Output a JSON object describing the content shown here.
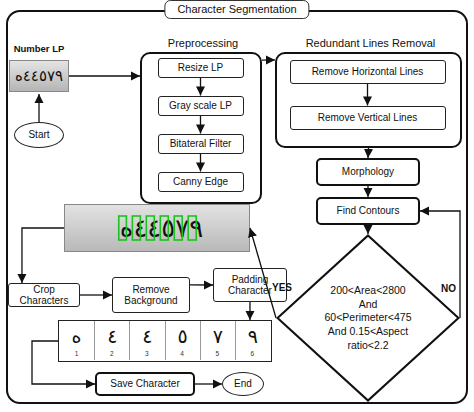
{
  "diagram": {
    "nodes": [
      {
        "text": [
          "Character Segmentation"
        ]
      },
      {
        "text": [
          "Number LP",
          "ه٤٤٥٧٩"
        ],
        "in": 0
      },
      {
        "text": [
          "Start"
        ],
        "in": 0
      },
      {
        "text": [
          "Preprocessing"
        ],
        "in": 0
      },
      {
        "text": [
          "Resize LP"
        ],
        "in": 3
      },
      {
        "text": [
          "Gray scale LP"
        ],
        "in": 3
      },
      {
        "text": [
          "Bitateral Filter"
        ],
        "in": 3
      },
      {
        "text": [
          "Canny Edge"
        ],
        "in": 3
      },
      {
        "text": [
          "Redundant Lines Removal"
        ],
        "in": 0
      },
      {
        "text": [
          "Remove Horizontal Lines"
        ],
        "in": 8
      },
      {
        "text": [
          "Remove Vertical Lines"
        ],
        "in": 8
      },
      {
        "text": [
          "Morphology"
        ],
        "in": 0
      },
      {
        "text": [
          "Find Contours"
        ],
        "in": 0
      },
      {
        "text": [
          "200<Area<2800 And 60<Perimeter<475 And 0.15<Aspect ratio<2.2"
        ],
        "in": 0
      },
      {
        "text": [
          "ه٤٤٥٧٩"
        ],
        "in": 0
      },
      {
        "text": [
          "Crop Characters"
        ],
        "in": 0
      },
      {
        "text": [
          "Remove Background"
        ],
        "in": 0
      },
      {
        "text": [
          "Padding Character"
        ],
        "in": 0
      },
      {
        "text": [
          "ه",
          "٤",
          "٤",
          "٥",
          "٧",
          "٩",
          "1",
          "2",
          "3",
          "4",
          "5",
          "6"
        ],
        "in": 0
      },
      {
        "text": [
          "Save Character"
        ],
        "in": 0
      },
      {
        "text": [
          "End"
        ],
        "in": 0
      }
    ],
    "edges": [
      {
        "from": 2,
        "to": 1,
        "arrow": "to"
      },
      {
        "from": 1,
        "to": 3,
        "arrow": "to"
      },
      {
        "from": 4,
        "to": 5,
        "arrow": "to"
      },
      {
        "from": 5,
        "to": 6,
        "arrow": "to"
      },
      {
        "from": 6,
        "to": 7,
        "arrow": "to"
      },
      {
        "from": 3,
        "to": 8,
        "arrow": "to"
      },
      {
        "from": 9,
        "to": 10,
        "arrow": "to"
      },
      {
        "from": 8,
        "to": 11,
        "arrow": "to"
      },
      {
        "from": 11,
        "to": 12,
        "arrow": "to"
      },
      {
        "from": 12,
        "to": 13,
        "arrow": "to"
      },
      {
        "from": 13,
        "to": 12,
        "label": "NO",
        "arrow": "to"
      },
      {
        "from": 13,
        "to": 14,
        "label": "YES",
        "arrow": "to"
      },
      {
        "from": 14,
        "to": 15,
        "arrow": "to"
      },
      {
        "from": 15,
        "to": 16,
        "arrow": "to"
      },
      {
        "from": 16,
        "to": 17,
        "arrow": "to"
      },
      {
        "from": 17,
        "to": 18,
        "arrow": "to"
      },
      {
        "from": 18,
        "to": 19,
        "arrow": "to"
      },
      {
        "from": 19,
        "to": 20,
        "arrow": "to"
      }
    ]
  }
}
